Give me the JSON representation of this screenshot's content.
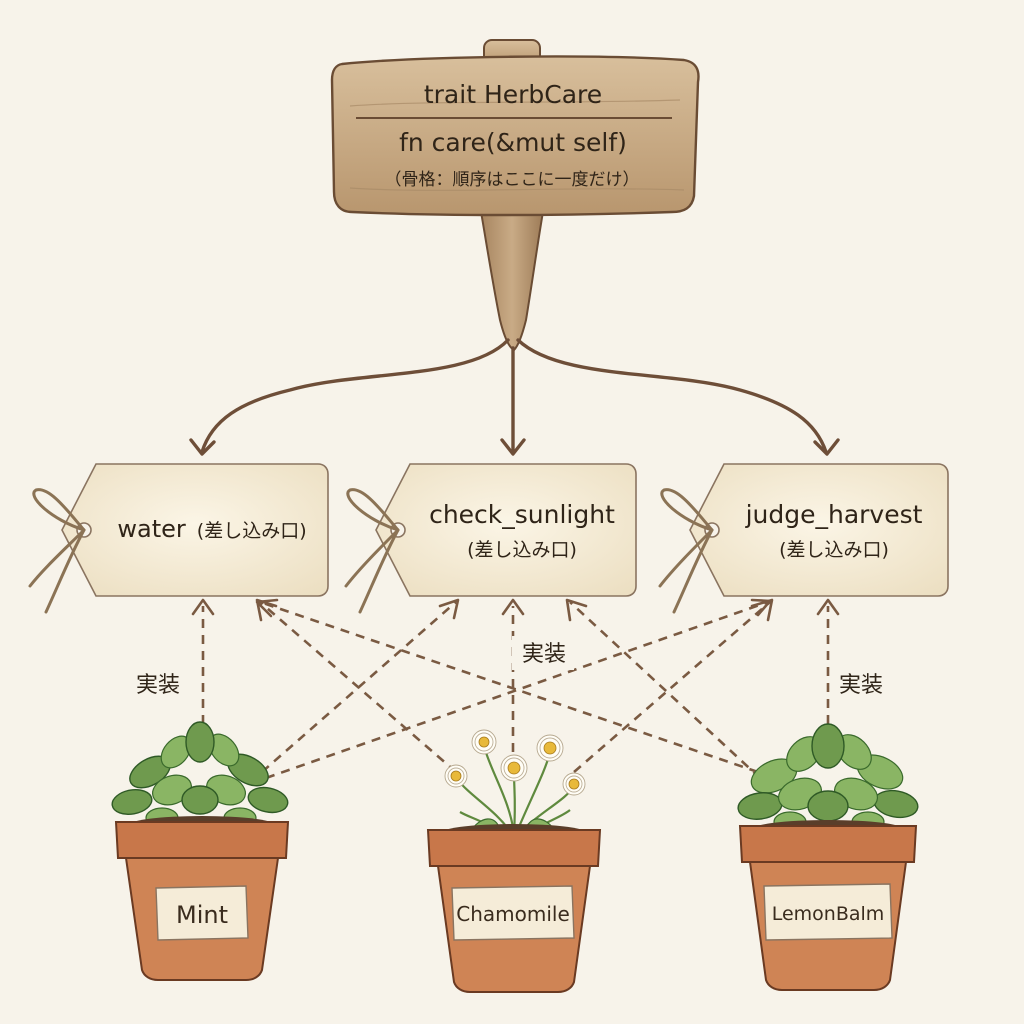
{
  "signpost": {
    "title": "trait HerbCare",
    "method": "fn care(&mut self)",
    "note": "（骨格：順序はここに一度だけ）"
  },
  "hooks": [
    {
      "name": "water",
      "suffix": "(差し込み口)"
    },
    {
      "name": "check_sunlight",
      "suffix": "(差し込み口)"
    },
    {
      "name": "judge_harvest",
      "suffix": "(差し込み口)"
    }
  ],
  "implements_label": "実装",
  "plants": [
    {
      "label": "Mint",
      "kind": "mint"
    },
    {
      "label": "Chamomile",
      "kind": "chamomile"
    },
    {
      "label": "LemonBalm",
      "kind": "lemon-balm"
    }
  ],
  "colors": {
    "wood": "#c9ab86",
    "tag": "#f3ead6",
    "terracotta": "#cf8455",
    "arrow": "#6e4e38"
  }
}
